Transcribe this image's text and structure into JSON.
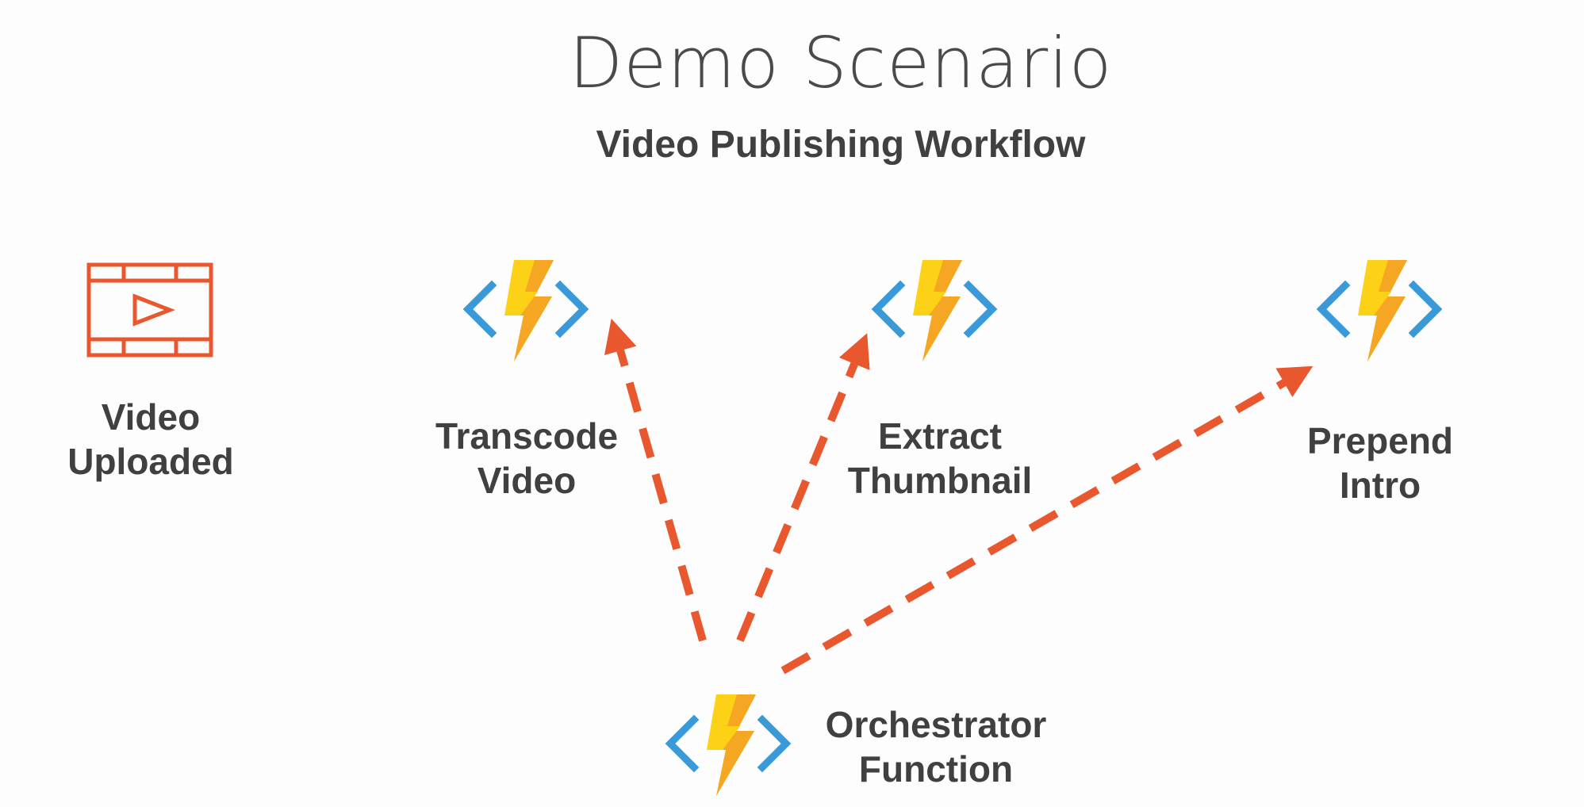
{
  "slide": {
    "title": "Demo Scenario",
    "subtitle": "Video Publishing Workflow"
  },
  "nodes": {
    "video_uploaded": {
      "icon": "video-film-icon",
      "line1": "Video",
      "line2": "Uploaded"
    },
    "transcode_video": {
      "icon": "azure-function-icon",
      "line1": "Transcode",
      "line2": "Video"
    },
    "extract_thumbnail": {
      "icon": "azure-function-icon",
      "line1": "Extract",
      "line2": "Thumbnail"
    },
    "prepend_intro": {
      "icon": "azure-function-icon",
      "line1": "Prepend",
      "line2": "Intro"
    },
    "orchestrator_function": {
      "icon": "azure-function-icon",
      "line1": "Orchestrator",
      "line2": "Function"
    }
  },
  "edges": [
    {
      "from": "orchestrator_function",
      "to": "transcode_video",
      "style": "dashed"
    },
    {
      "from": "orchestrator_function",
      "to": "extract_thumbnail",
      "style": "dashed"
    },
    {
      "from": "orchestrator_function",
      "to": "prepend_intro",
      "style": "dashed"
    }
  ],
  "colors": {
    "accent": "#e9572e",
    "bracket": "#3a9ad9",
    "bolt_main": "#fcd116",
    "bolt_shade": "#f5a623",
    "text": "#404040"
  }
}
